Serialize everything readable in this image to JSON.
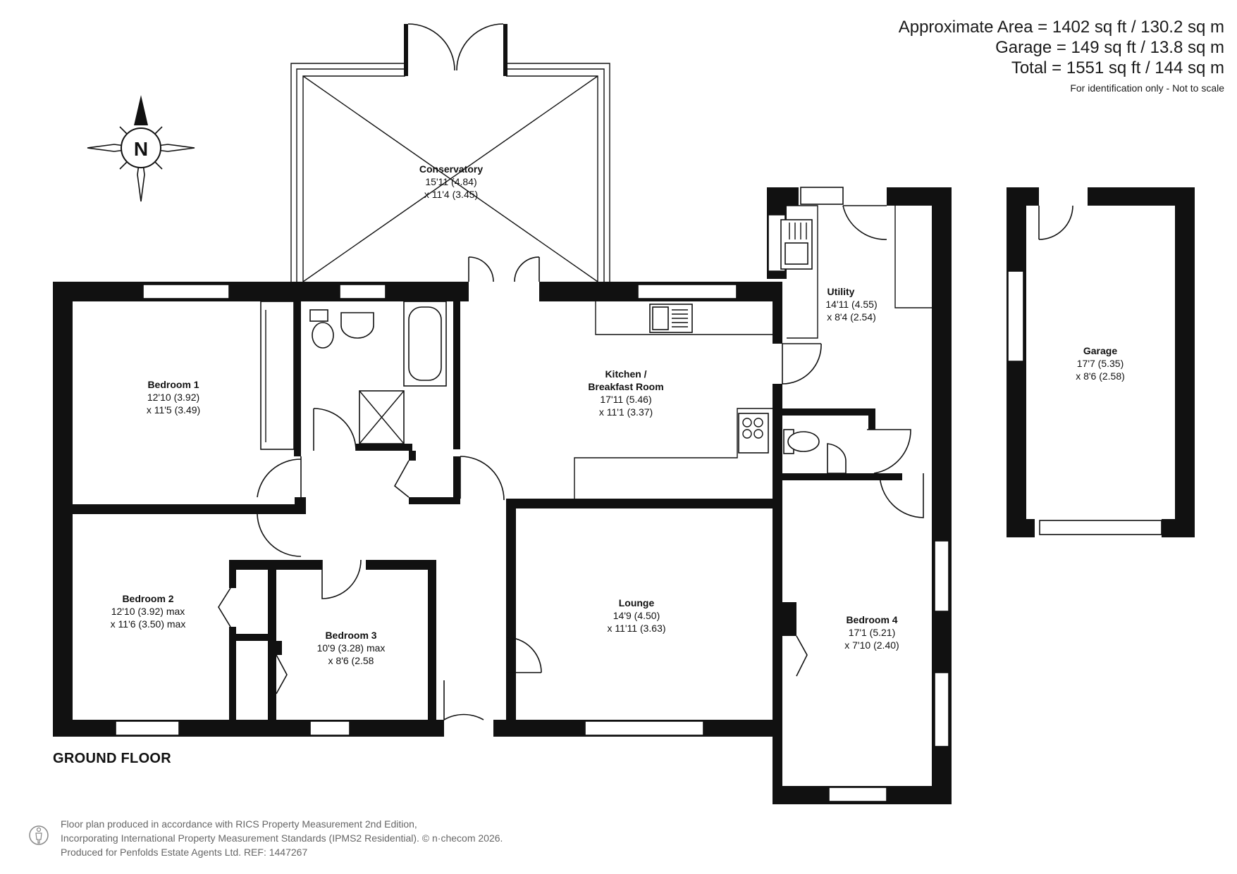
{
  "areas": {
    "approx": "Approximate Area = 1402 sq ft / 130.2 sq m",
    "garage": "Garage = 149 sq ft / 13.8 sq m",
    "total": "Total = 1551 sq ft / 144 sq m",
    "note": "For identification only - Not to scale"
  },
  "compass": {
    "letter": "N"
  },
  "floor_label": "GROUND FLOOR",
  "rooms": {
    "conservatory": {
      "name": "Conservatory",
      "dim1": "15'11 (4.84)",
      "dim2": "x 11'4 (3.45)"
    },
    "bedroom1": {
      "name": "Bedroom 1",
      "dim1": "12'10 (3.92)",
      "dim2": "x 11'5 (3.49)"
    },
    "kitchen": {
      "name1": "Kitchen /",
      "name2": "Breakfast Room",
      "dim1": "17'11 (5.46)",
      "dim2": "x  11'1 (3.37)"
    },
    "utility": {
      "name": "Utility",
      "dim1": "14'11 (4.55)",
      "dim2": "x 8'4 (2.54)"
    },
    "garage": {
      "name": "Garage",
      "dim1": "17'7 (5.35)",
      "dim2": "x 8'6 (2.58)"
    },
    "bedroom2": {
      "name": "Bedroom 2",
      "dim1": "12'10 (3.92) max",
      "dim2": "x 11'6 (3.50) max"
    },
    "bedroom3": {
      "name": "Bedroom 3",
      "dim1": "10'9 (3.28) max",
      "dim2": "x 8'6 (2.58"
    },
    "lounge": {
      "name": "Lounge",
      "dim1": "14'9 (4.50)",
      "dim2": "x 11'11 (3.63)"
    },
    "bedroom4": {
      "name": "Bedroom 4",
      "dim1": "17'1 (5.21)",
      "dim2": "x 7'10 (2.40)"
    }
  },
  "footer": {
    "line1": "Floor plan produced in accordance with RICS Property Measurement 2nd Edition,",
    "line2": "Incorporating International Property Measurement Standards (IPMS2 Residential).   © n·checom 2026.",
    "line3": "Produced for Penfolds Estate Agents Ltd.    REF:   1447267"
  }
}
